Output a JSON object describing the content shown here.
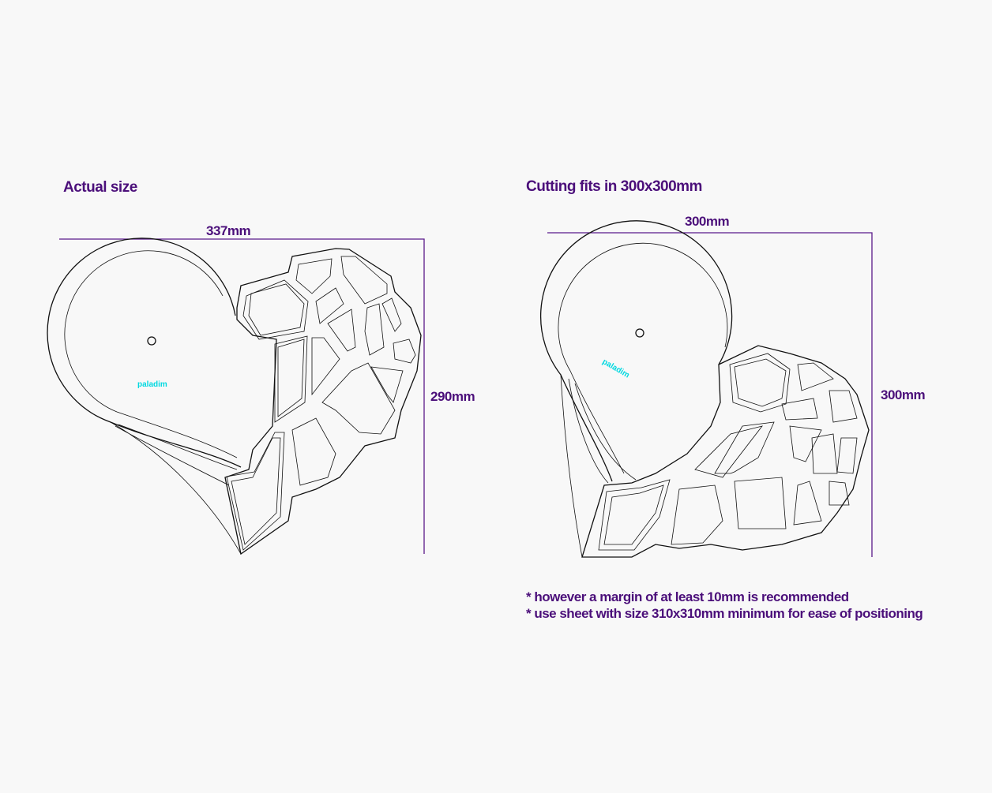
{
  "left_panel": {
    "title": "Actual size",
    "width_label": "337mm",
    "height_label": "290mm",
    "logo_text": "paladim"
  },
  "right_panel": {
    "title": "Cutting fits in 300x300mm",
    "width_label": "300mm",
    "height_label": "300mm",
    "logo_text": "paladim",
    "notes": [
      "* however a margin of at least 10mm is recommended",
      "* use sheet with size 310x310mm minimum for ease of positioning"
    ]
  },
  "colors": {
    "label": "#4b0f7a",
    "dimension_line": "#5a1a8a",
    "logo": "#00d8e0",
    "background": "#f8f8f8"
  }
}
